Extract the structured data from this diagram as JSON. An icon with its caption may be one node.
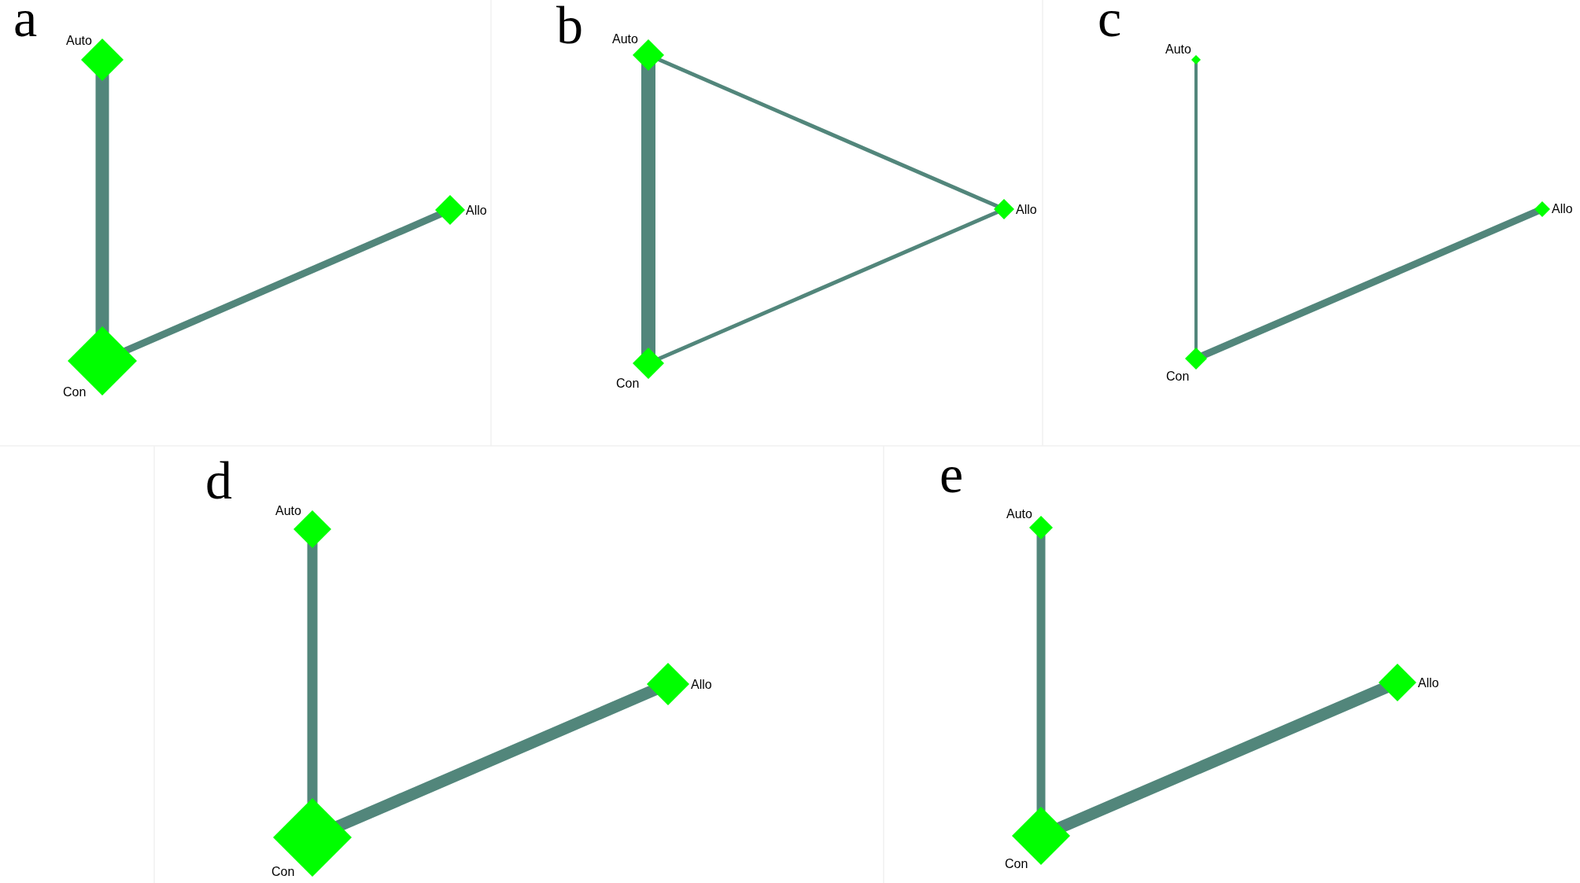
{
  "diagram": {
    "nodes": [
      {
        "text": [
          "Auto"
        ]
      },
      {
        "text": [
          "Allo"
        ]
      },
      {
        "text": [
          "Con"
        ]
      },
      {
        "text": [
          "Auto"
        ]
      },
      {
        "text": [
          "Allo"
        ]
      },
      {
        "text": [
          "Con"
        ]
      },
      {
        "text": [
          "Auto"
        ]
      },
      {
        "text": [
          "Allo"
        ]
      },
      {
        "text": [
          "Con"
        ]
      },
      {
        "text": [
          "Auto"
        ]
      },
      {
        "text": [
          "Allo"
        ]
      },
      {
        "text": [
          "Con"
        ]
      },
      {
        "text": [
          "Auto"
        ]
      },
      {
        "text": [
          "Allo"
        ]
      },
      {
        "text": [
          "Con"
        ]
      }
    ],
    "edges": [
      {
        "from": 0,
        "to": 2,
        "arrow": "none"
      },
      {
        "from": 2,
        "to": 1,
        "arrow": "none"
      },
      {
        "from": 3,
        "to": 5,
        "arrow": "none"
      },
      {
        "from": 3,
        "to": 4,
        "arrow": "none"
      },
      {
        "from": 5,
        "to": 4,
        "arrow": "none"
      },
      {
        "from": 6,
        "to": 8,
        "arrow": "none"
      },
      {
        "from": 8,
        "to": 7,
        "arrow": "none"
      },
      {
        "from": 9,
        "to": 11,
        "arrow": "none"
      },
      {
        "from": 11,
        "to": 10,
        "arrow": "none"
      },
      {
        "from": 12,
        "to": 14,
        "arrow": "none"
      },
      {
        "from": 14,
        "to": 13,
        "arrow": "none"
      }
    ],
    "labels": [
      "a",
      "b",
      "c",
      "d",
      "e"
    ]
  }
}
